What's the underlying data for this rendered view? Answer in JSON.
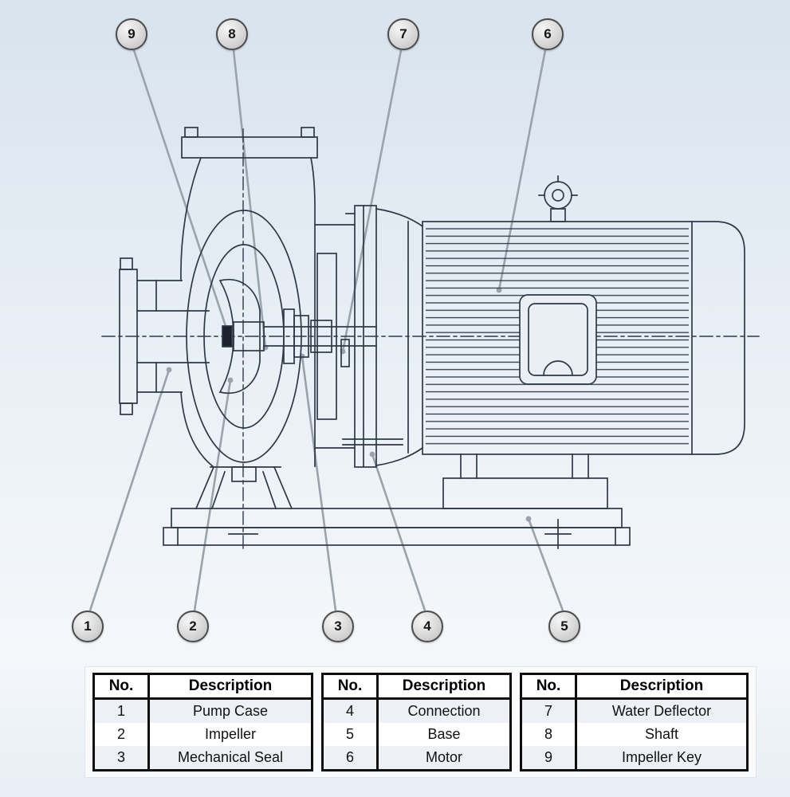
{
  "colors": {
    "line": "#2e3947",
    "leader": "#9aa2ab",
    "background_top": "#d8e3ee",
    "background_bottom": "#e8eef5",
    "callout_border": "#4c4c4c",
    "table_border": "#0e0e0e"
  },
  "callouts": [
    {
      "num": "9"
    },
    {
      "num": "8"
    },
    {
      "num": "7"
    },
    {
      "num": "6"
    },
    {
      "num": "1"
    },
    {
      "num": "2"
    },
    {
      "num": "3"
    },
    {
      "num": "4"
    },
    {
      "num": "5"
    }
  ],
  "tables": [
    {
      "headers": [
        "No.",
        "Description"
      ],
      "rows": [
        [
          "1",
          "Pump Case"
        ],
        [
          "2",
          "Impeller"
        ],
        [
          "3",
          "Mechanical Seal"
        ]
      ]
    },
    {
      "headers": [
        "No.",
        "Description"
      ],
      "rows": [
        [
          "4",
          "Connection"
        ],
        [
          "5",
          "Base"
        ],
        [
          "6",
          "Motor"
        ]
      ]
    },
    {
      "headers": [
        "No.",
        "Description"
      ],
      "rows": [
        [
          "7",
          "Water Deflector"
        ],
        [
          "8",
          "Shaft"
        ],
        [
          "9",
          "Impeller Key"
        ]
      ]
    }
  ]
}
